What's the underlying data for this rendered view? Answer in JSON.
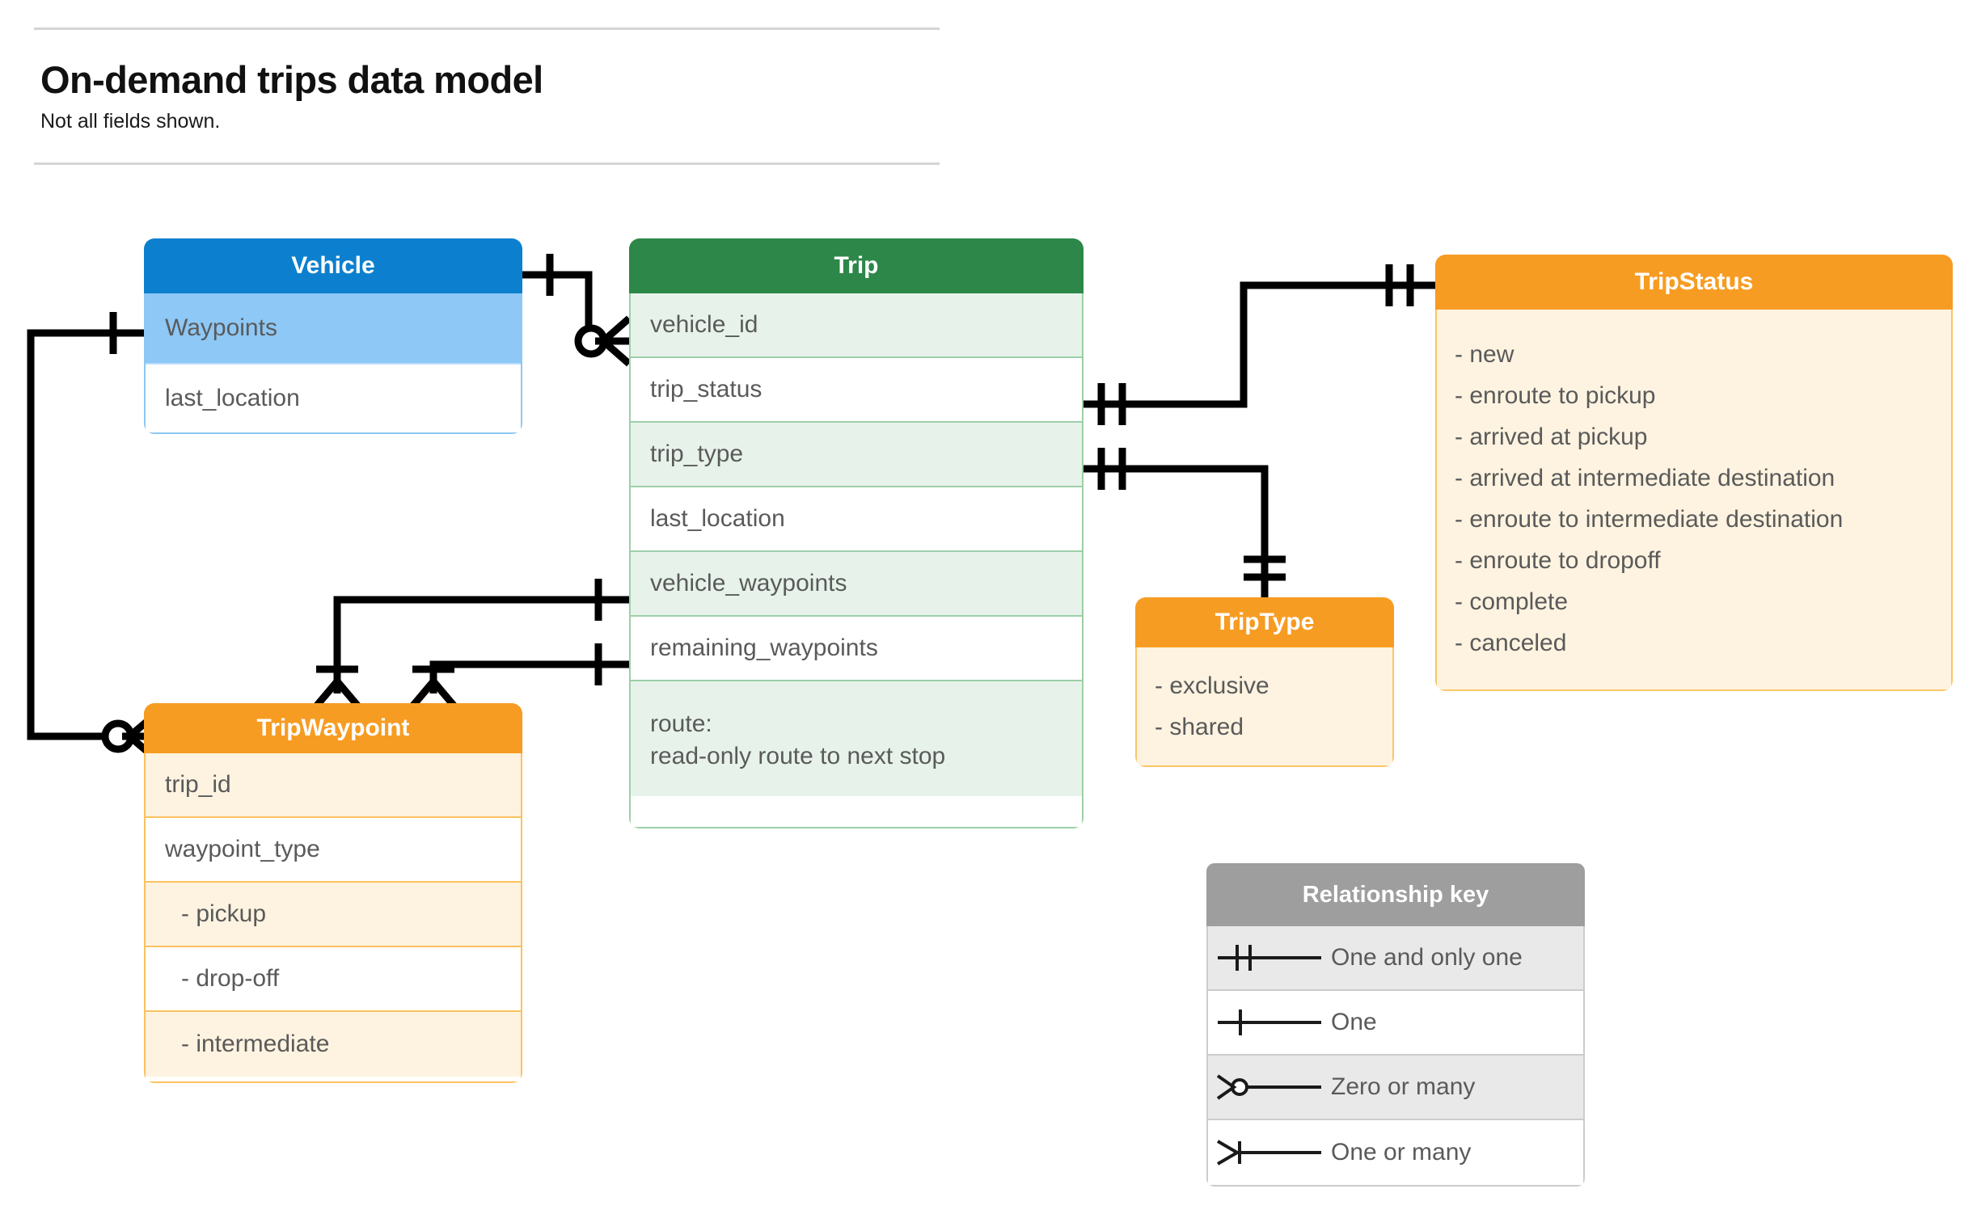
{
  "header": {
    "title": "On-demand trips data model",
    "subtitle": "Not all fields shown."
  },
  "entities": {
    "vehicle": {
      "name": "Vehicle",
      "header_color": "#0c80ce",
      "rows": [
        {
          "label": "Waypoints"
        },
        {
          "label": "last_location"
        }
      ]
    },
    "trip": {
      "name": "Trip",
      "header_color": "#2c8748",
      "rows": [
        {
          "label": "vehicle_id"
        },
        {
          "label": "trip_status"
        },
        {
          "label": "trip_type"
        },
        {
          "label": "last_location"
        },
        {
          "label": "vehicle_waypoints"
        },
        {
          "label": "remaining_waypoints"
        },
        {
          "label": "route:",
          "label2": "read-only route to next stop"
        }
      ]
    },
    "trip_status": {
      "name": "TripStatus",
      "header_color": "#f79c22",
      "values": [
        "- new",
        "- enroute to pickup",
        "- arrived at pickup",
        "- arrived at intermediate destination",
        "- enroute to intermediate destination",
        "- enroute to dropoff",
        "- complete",
        "- canceled"
      ]
    },
    "trip_type": {
      "name": "TripType",
      "header_color": "#f79c22",
      "values": [
        "- exclusive",
        "- shared"
      ]
    },
    "trip_waypoint": {
      "name": "TripWaypoint",
      "header_color": "#f79c22",
      "rows": [
        {
          "label": "trip_id"
        },
        {
          "label": "waypoint_type"
        },
        {
          "label": "-  pickup"
        },
        {
          "label": "-  drop-off"
        },
        {
          "label": "-  intermediate"
        }
      ]
    }
  },
  "relationship_key": {
    "title": "Relationship key",
    "header_color": "#9e9e9e",
    "items": [
      {
        "symbol": "one-and-only-one",
        "label": "One and only one"
      },
      {
        "symbol": "one",
        "label": "One"
      },
      {
        "symbol": "zero-or-many",
        "label": "Zero or many"
      },
      {
        "symbol": "one-or-many",
        "label": "One or many"
      }
    ]
  },
  "relationships": [
    {
      "from": "Vehicle",
      "from_cardinality": "one",
      "to": "Trip.vehicle_id",
      "to_cardinality": "zero-or-many"
    },
    {
      "from": "Vehicle.Waypoints",
      "from_cardinality": "one",
      "to": "TripWaypoint",
      "to_cardinality": "zero-or-many"
    },
    {
      "from": "Trip.trip_status",
      "from_cardinality": "one-and-only-one",
      "to": "TripStatus",
      "to_cardinality": "one-and-only-one"
    },
    {
      "from": "Trip.trip_type",
      "from_cardinality": "one-and-only-one",
      "to": "TripType",
      "to_cardinality": "one-and-only-one"
    },
    {
      "from": "Trip.vehicle_waypoints",
      "from_cardinality": "one",
      "to": "TripWaypoint",
      "to_cardinality": "one-or-many"
    },
    {
      "from": "Trip.remaining_waypoints",
      "from_cardinality": "one",
      "to": "TripWaypoint",
      "to_cardinality": "one-or-many"
    }
  ]
}
